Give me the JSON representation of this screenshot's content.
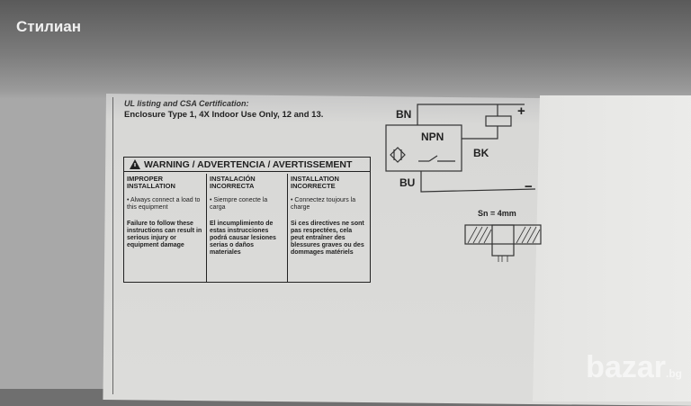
{
  "watermark_user": "Стилиан",
  "watermark_site": "bazar",
  "watermark_tld": ".bg",
  "cert_line1": "UL listing and CSA Certification:",
  "cert_line2": "Enclosure Type 1, 4X Indoor Use Only, 12 and 13.",
  "warning": {
    "title": "WARNING / ADVERTENCIA / AVERTISSEMENT",
    "columns": [
      {
        "heading": "IMPROPER INSTALLATION",
        "bullet": "• Always connect a load to this equipment",
        "footer": "Failure to follow these instructions can result in serious injury or equipment damage"
      },
      {
        "heading": "INSTALACIÓN INCORRECTA",
        "bullet": "• Siempre conecte la carga",
        "footer": "El incumplimiento de estas instrucciones podrá causar lesiones serias o daños materiales"
      },
      {
        "heading": "INSTALLATION INCORRECTE",
        "bullet": "• Connectez toujours la charge",
        "footer": "Si ces directives ne sont pas respectées, cela peut entraîner des blessures graves ou des dommages matériels"
      }
    ]
  },
  "diagram": {
    "bn": "BN",
    "npn": "NPN",
    "bk": "BK",
    "bu": "BU",
    "plus": "+",
    "minus": "−",
    "sn": "Sn = 4mm"
  }
}
